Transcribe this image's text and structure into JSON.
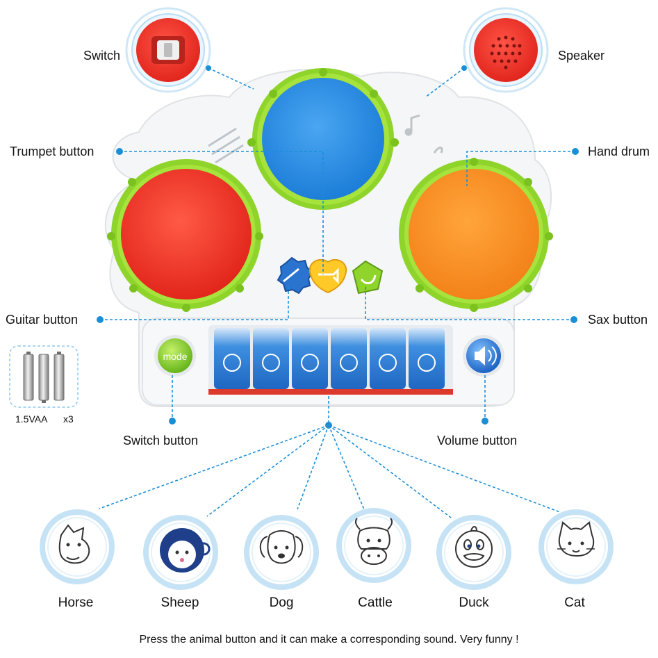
{
  "labels": {
    "switch": "Switch",
    "speaker": "Speaker",
    "trumpet": "Trumpet button",
    "hand_drum": "Hand drum",
    "guitar": "Guitar button",
    "sax": "Sax button",
    "switch_button": "Switch button",
    "volume_button": "Volume button",
    "mode": "mode"
  },
  "battery": {
    "voltage": "1.5VAA",
    "count": "x3"
  },
  "animals": [
    {
      "name": "Horse"
    },
    {
      "name": "Sheep"
    },
    {
      "name": "Dog"
    },
    {
      "name": "Cattle"
    },
    {
      "name": "Duck"
    },
    {
      "name": "Cat"
    }
  ],
  "caption": "Press the animal button and it can make a corresponding sound. Very funny !",
  "colors": {
    "accent_blue": "#1a8fd8",
    "drum_red": "#ee3a2c",
    "drum_blue": "#2b8ee8",
    "drum_orange": "#f7901e",
    "rim_green": "#8fd42a",
    "key_blue": "#2f7fd6"
  }
}
